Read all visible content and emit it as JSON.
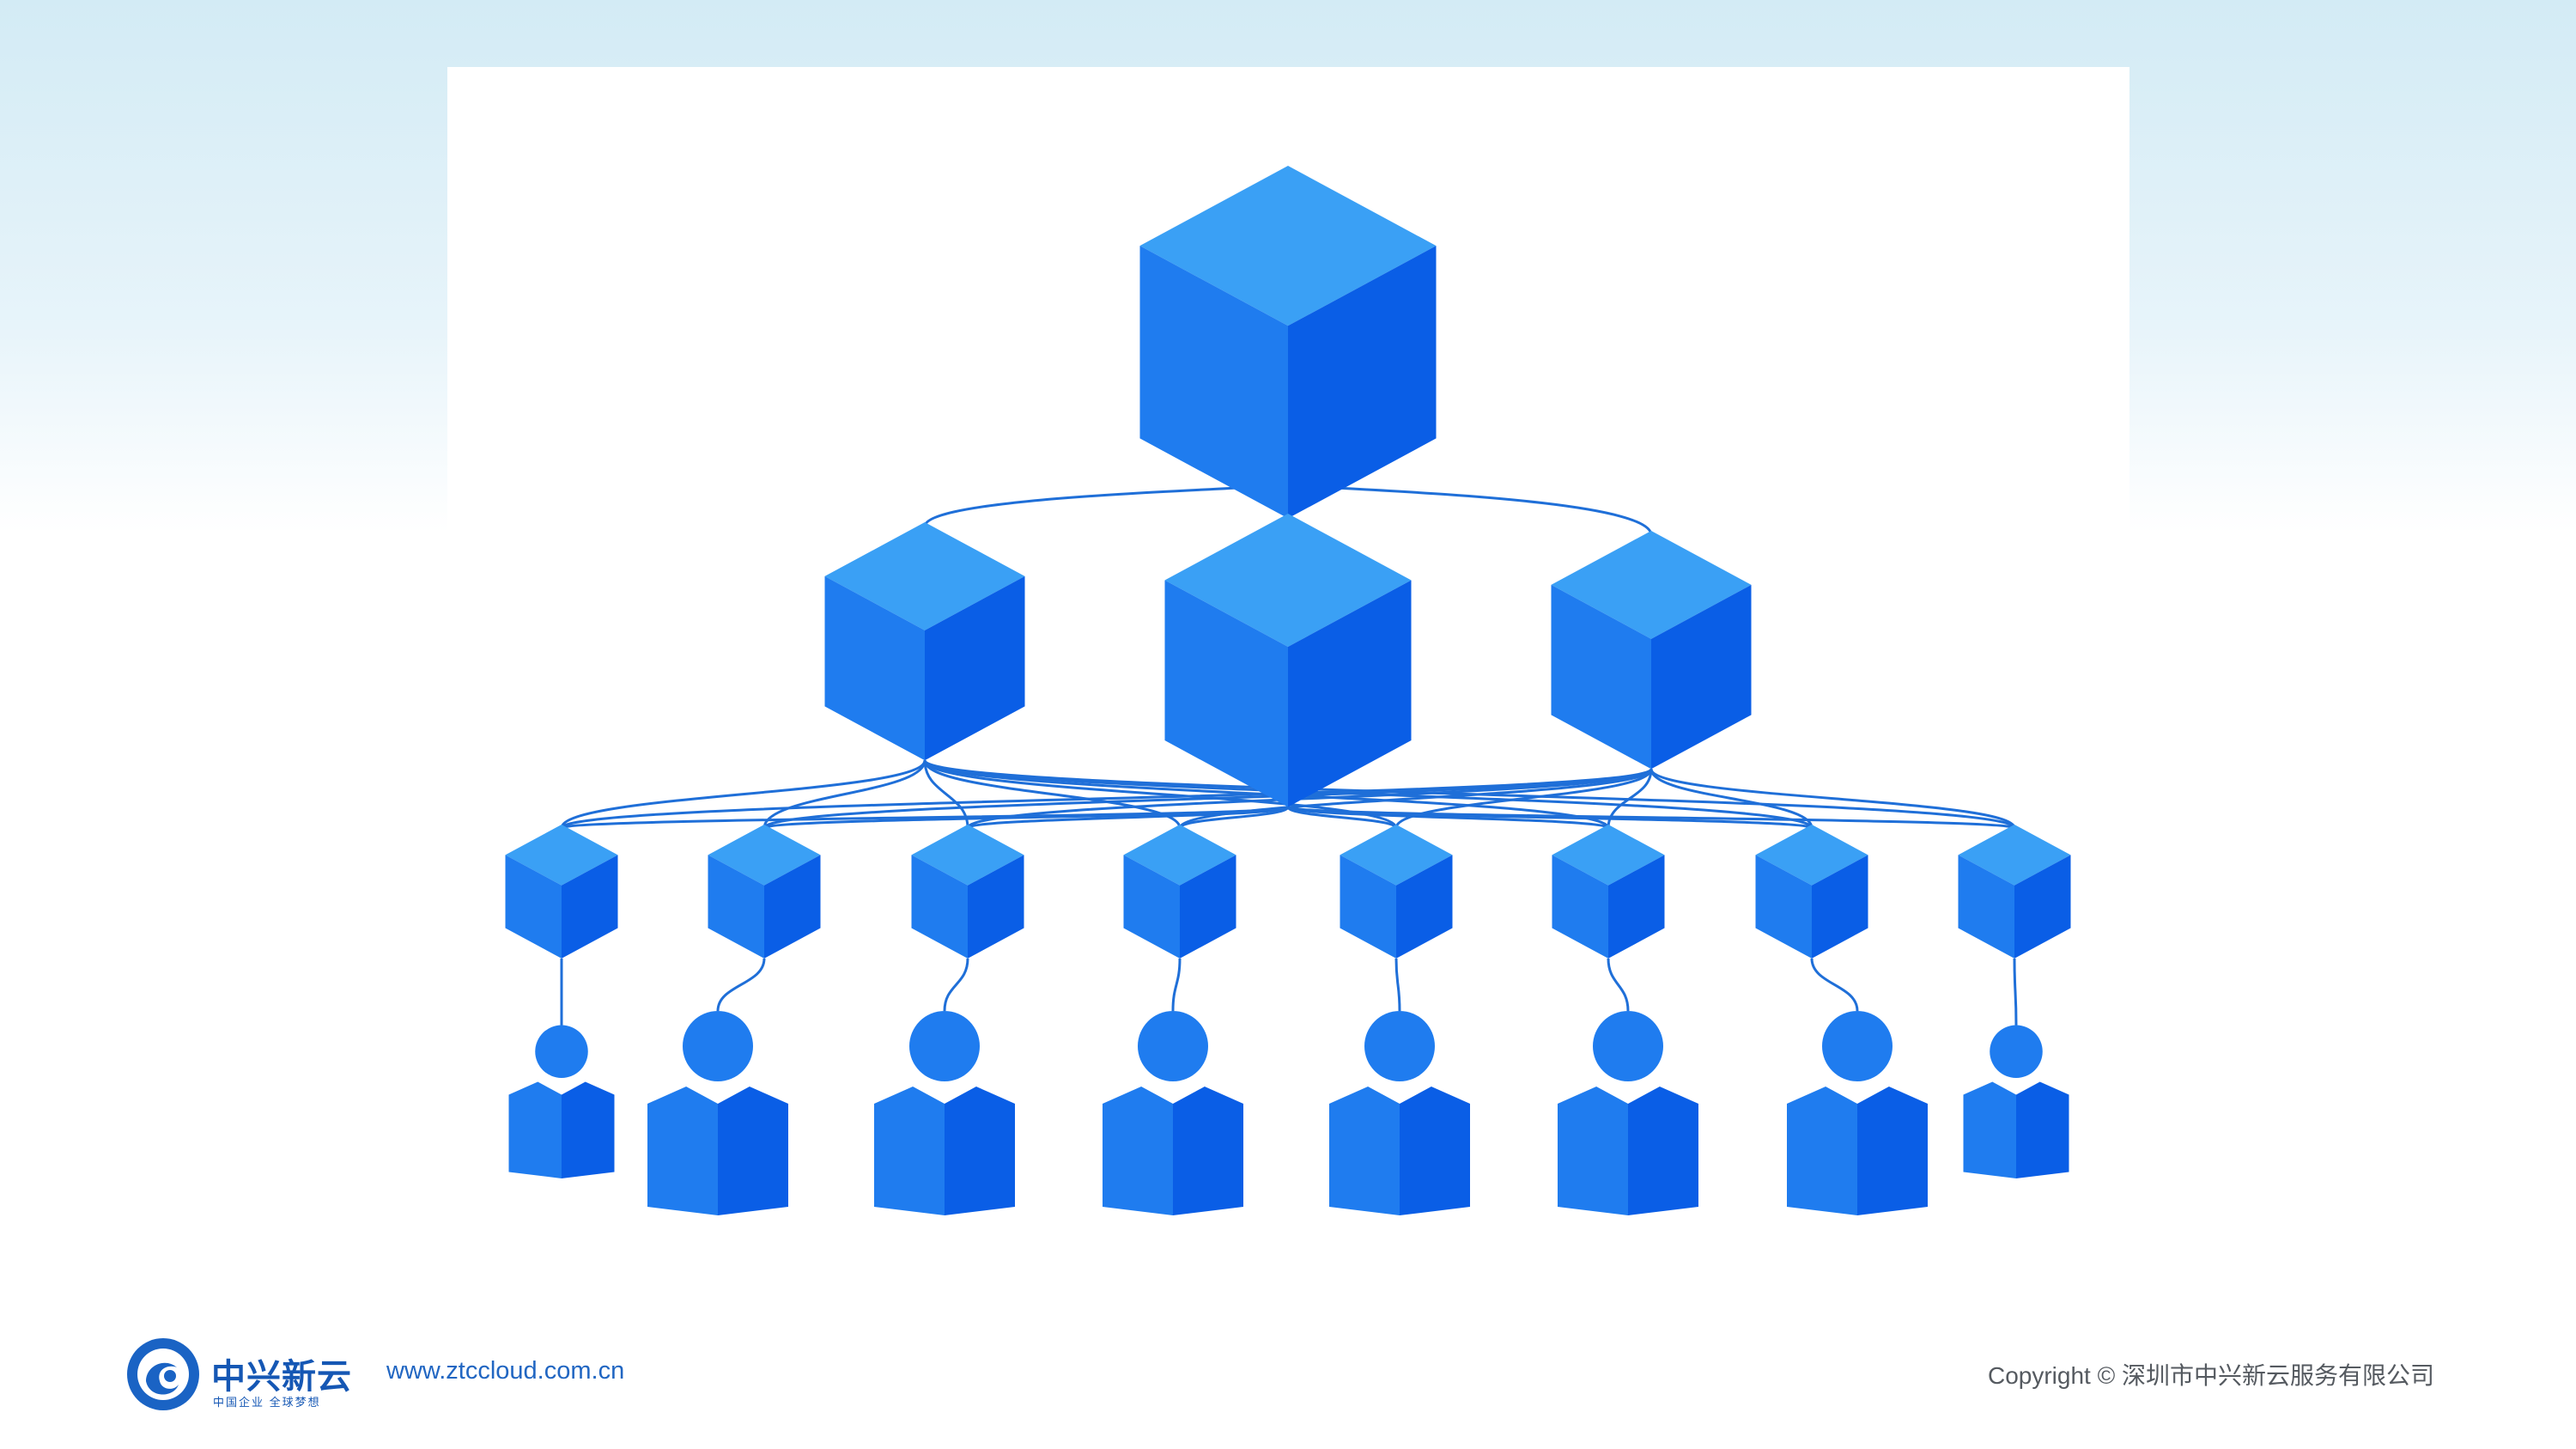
{
  "diagram": {
    "nodes": {
      "root": {
        "kind": "cube"
      },
      "tier2": [
        {
          "kind": "cube"
        },
        {
          "kind": "cube"
        },
        {
          "kind": "cube"
        }
      ],
      "tier3": [
        {
          "kind": "cube"
        },
        {
          "kind": "cube"
        },
        {
          "kind": "cube"
        },
        {
          "kind": "cube"
        },
        {
          "kind": "cube"
        },
        {
          "kind": "cube"
        },
        {
          "kind": "cube"
        },
        {
          "kind": "cube"
        }
      ],
      "users": [
        {
          "kind": "person"
        },
        {
          "kind": "person"
        },
        {
          "kind": "person"
        },
        {
          "kind": "person"
        },
        {
          "kind": "person"
        },
        {
          "kind": "person"
        },
        {
          "kind": "person"
        },
        {
          "kind": "person"
        }
      ]
    },
    "connections": {
      "root_to_tier2": "all",
      "tier2_to_tier3": "all",
      "tier3_to_users": "one-to-one"
    },
    "colors": {
      "cube_top": "#3aa0f5",
      "cube_left": "#1f7cef",
      "cube_right": "#0a5ee6",
      "line": "#1f6fd8"
    }
  },
  "footer": {
    "logo_icon": "ztccloud-swirl-logo",
    "brand_name": "中兴新云",
    "brand_tagline": "中国企业 全球梦想",
    "url": "www.ztccloud.com.cn",
    "copyright": "Copyright © 深圳市中兴新云服务有限公司"
  }
}
